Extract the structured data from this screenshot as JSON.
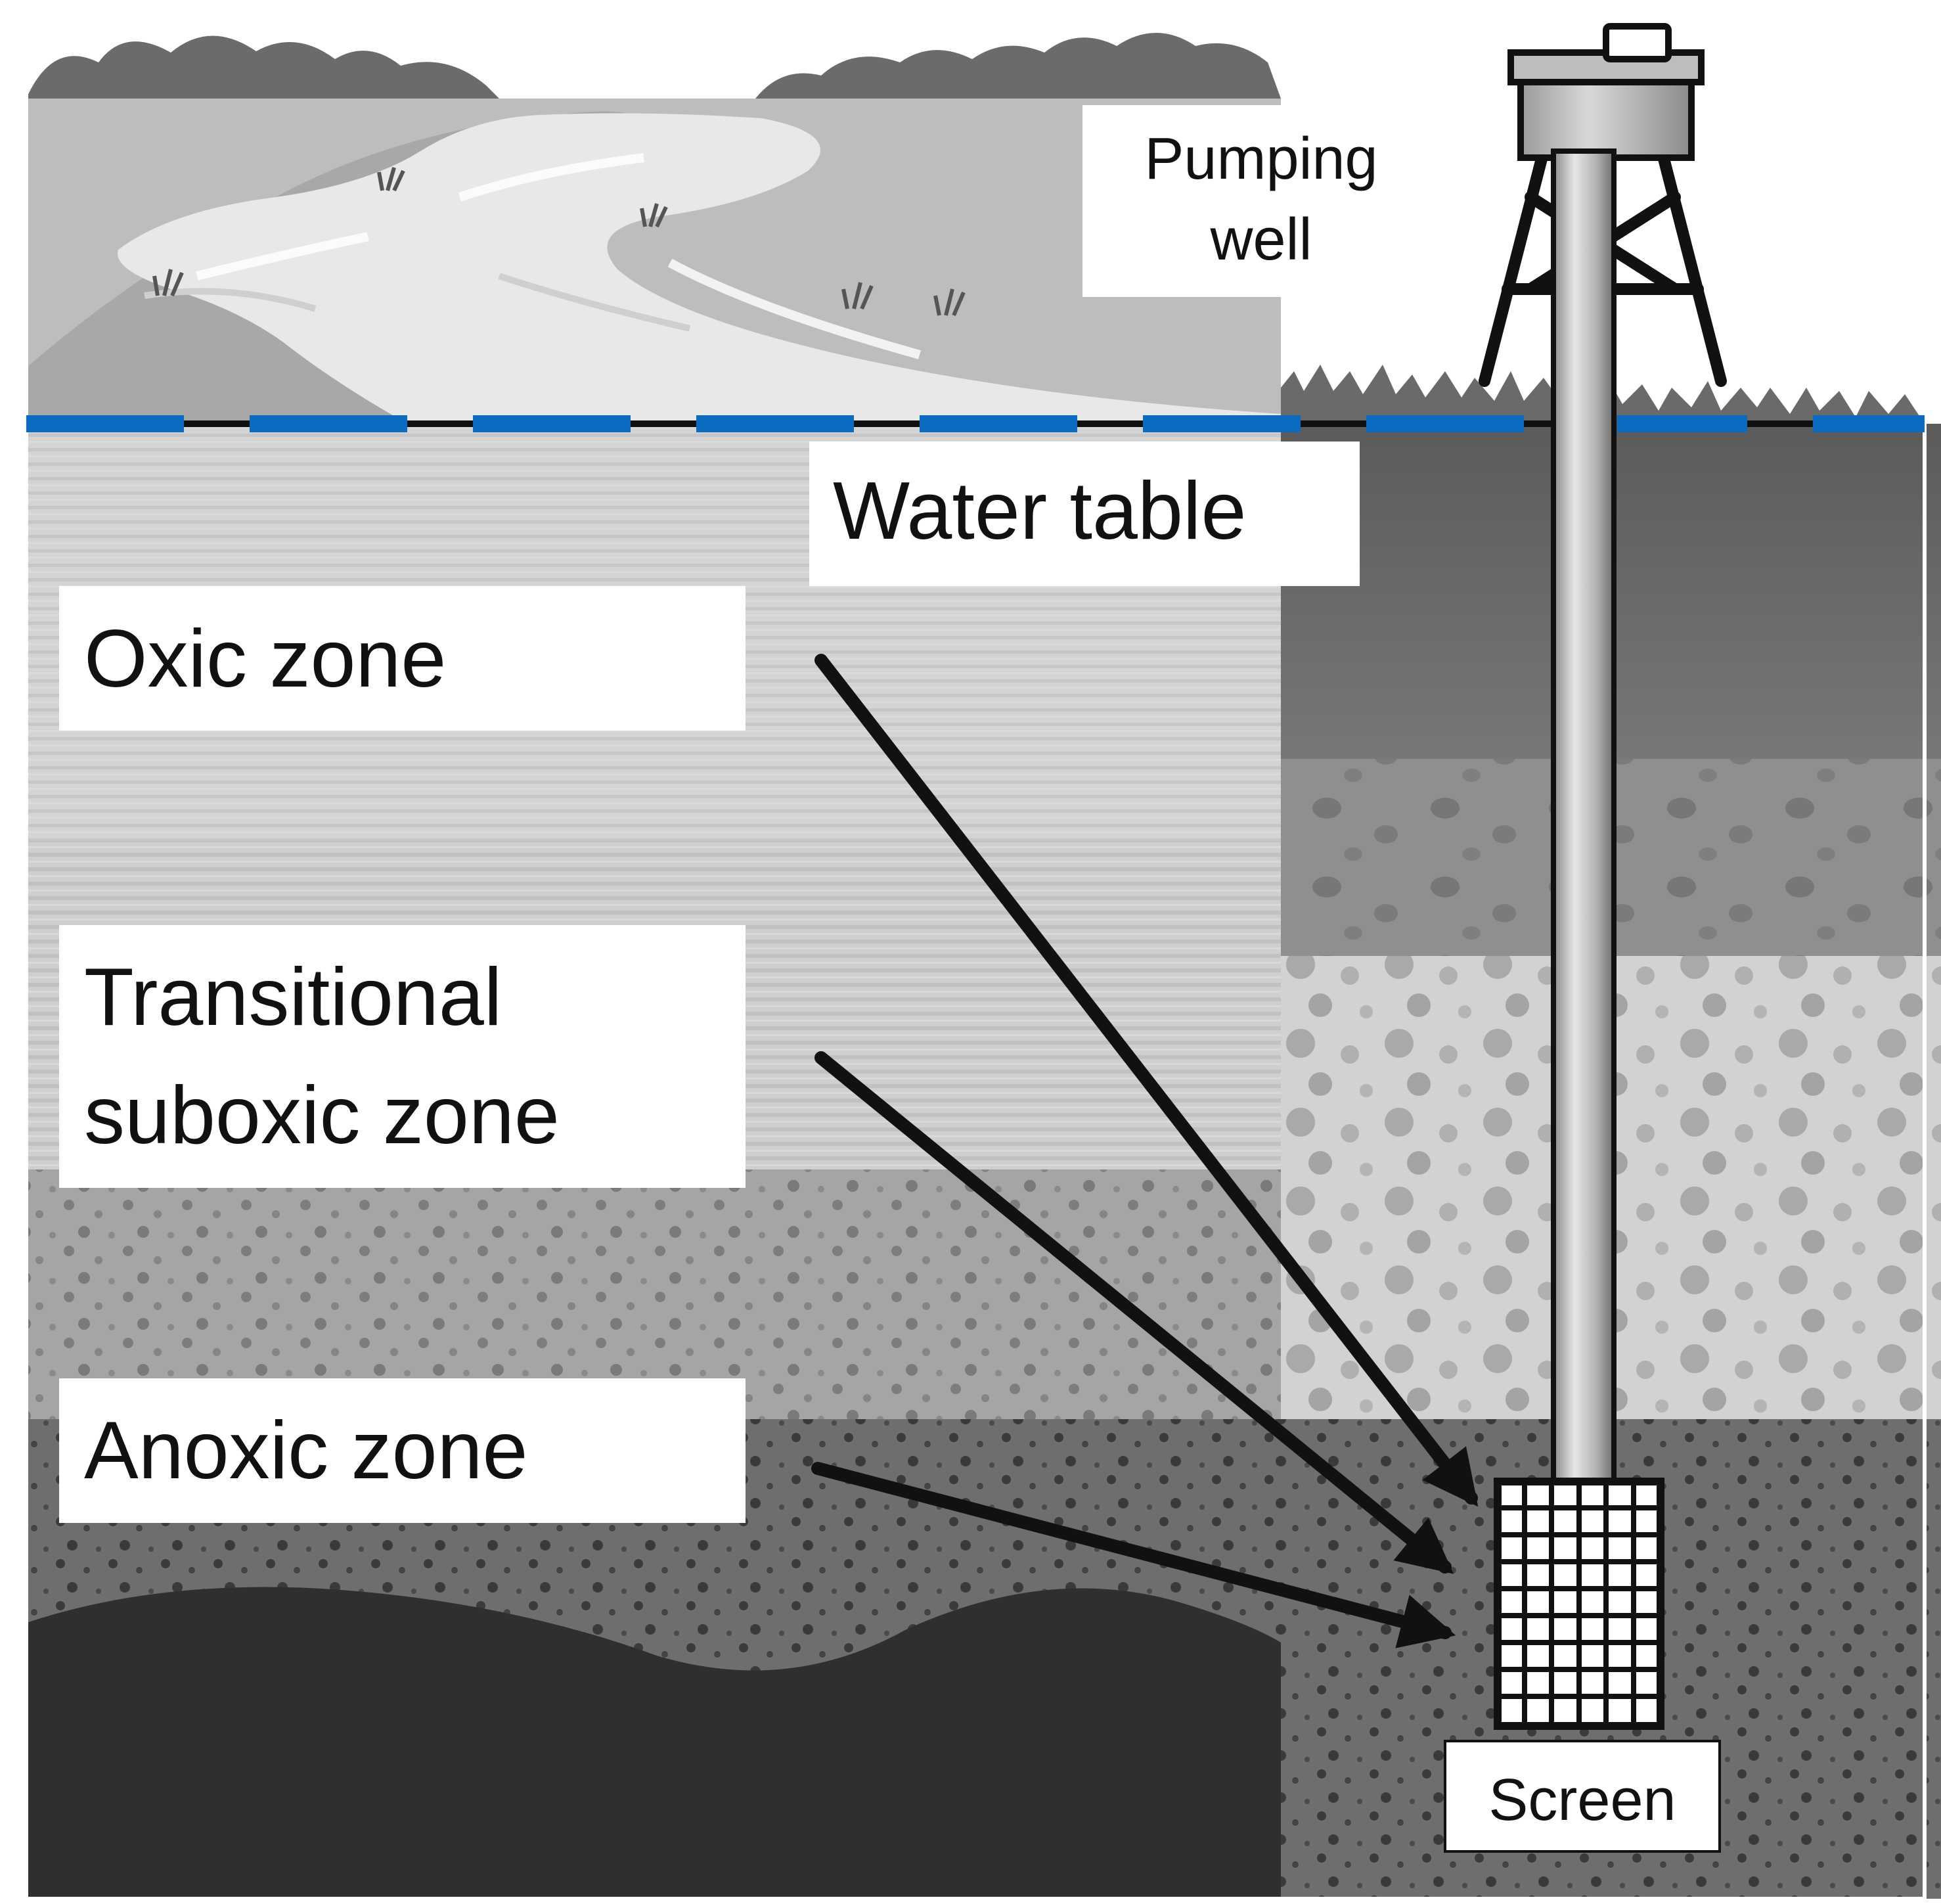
{
  "labels": {
    "pumping_well_line1": "Pumping",
    "pumping_well_line2": "well",
    "water_table": "Water table",
    "oxic_zone": "Oxic zone",
    "transitional_line1": "Transitional",
    "transitional_line2": "suboxic zone",
    "anoxic_zone": "Anoxic zone",
    "screen": "Screen"
  },
  "colors": {
    "water_table_dash": "#0a6cc0",
    "water_table_line": "#111111",
    "arrow": "#111111",
    "label_box": "#ffffff"
  },
  "icons": {
    "river": "river-illustration",
    "well": "well-tower-icon",
    "screen": "well-screen-grid"
  }
}
